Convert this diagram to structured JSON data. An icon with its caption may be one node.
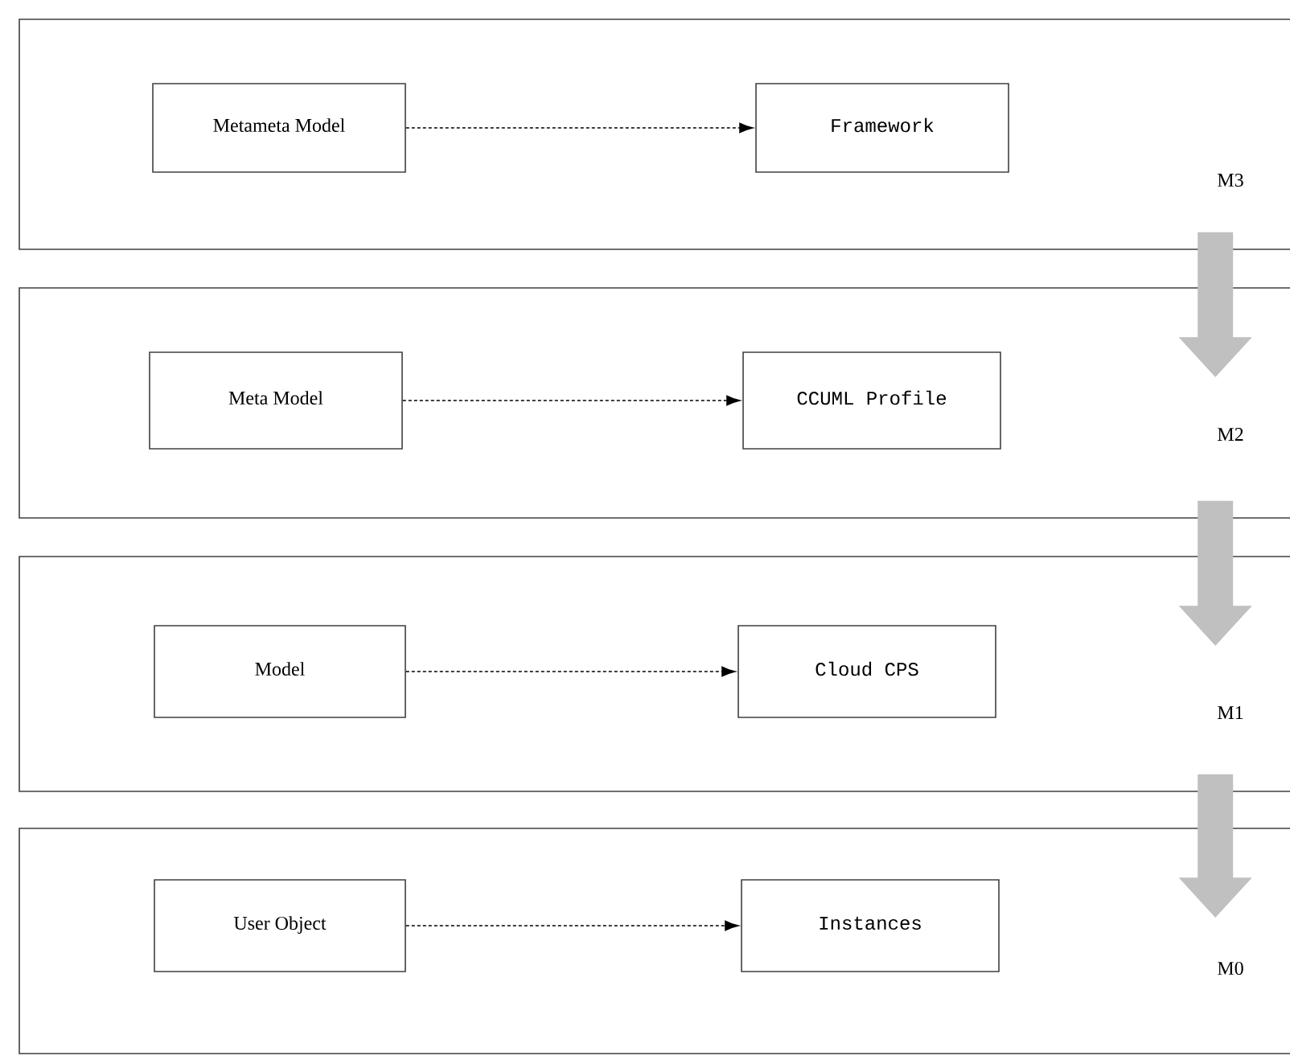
{
  "diagram": {
    "nodes": [
      {
        "text": [
          "M3"
        ]
      },
      {
        "text": [
          "Metameta Model"
        ],
        "in": 0
      },
      {
        "text": [
          "Framework"
        ],
        "in": 0
      },
      {
        "text": [
          "M2"
        ]
      },
      {
        "text": [
          "Meta Model"
        ],
        "in": 3
      },
      {
        "text": [
          "CCUML Profile"
        ],
        "in": 3
      },
      {
        "text": [
          "M1"
        ]
      },
      {
        "text": [
          "Model"
        ],
        "in": 6
      },
      {
        "text": [
          "Cloud CPS"
        ],
        "in": 6
      },
      {
        "text": [
          "M0"
        ]
      },
      {
        "text": [
          "User Object"
        ],
        "in": 9
      },
      {
        "text": [
          "Instances"
        ],
        "in": 9
      }
    ],
    "edges": [
      {
        "from": 1,
        "to": 2,
        "arrow": "to",
        "style": "dashed"
      },
      {
        "from": 4,
        "to": 5,
        "arrow": "to",
        "style": "dashed"
      },
      {
        "from": 7,
        "to": 8,
        "arrow": "to",
        "style": "dashed"
      },
      {
        "from": 10,
        "to": 11,
        "arrow": "to",
        "style": "dashed"
      },
      {
        "from": 0,
        "to": 3,
        "arrow": "to",
        "style": "thick",
        "color": "#c0c0c0"
      },
      {
        "from": 3,
        "to": 6,
        "arrow": "to",
        "style": "thick",
        "color": "#c0c0c0"
      },
      {
        "from": 6,
        "to": 9,
        "arrow": "to",
        "style": "thick",
        "color": "#c0c0c0"
      }
    ]
  }
}
